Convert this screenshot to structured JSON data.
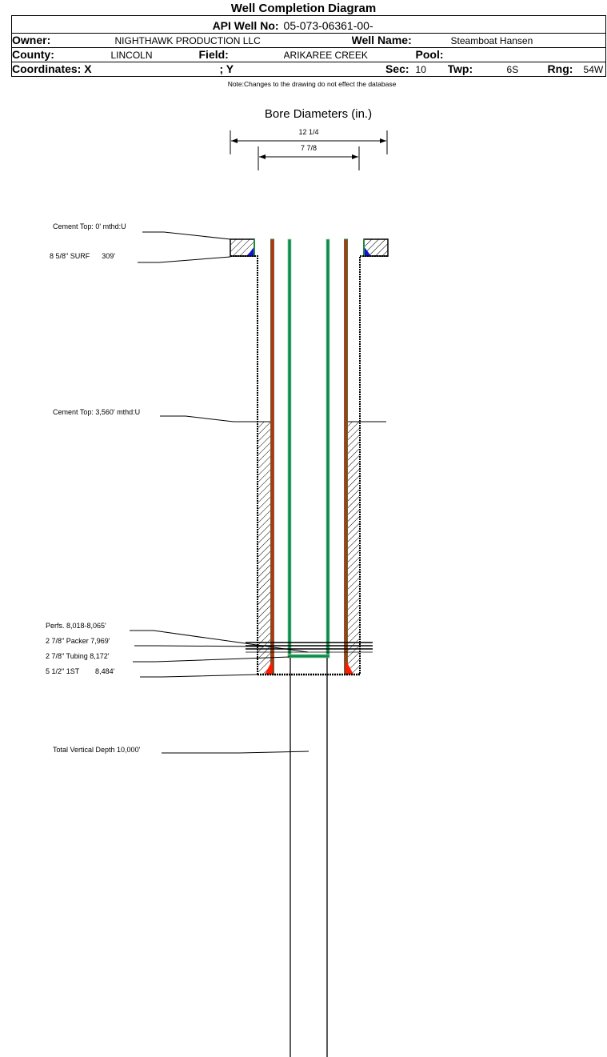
{
  "title": "Well Completion Diagram",
  "header": {
    "api_label": "API Well No:",
    "api_value": "05-073-06361-00-",
    "owner_label": "Owner:",
    "owner_value": "NIGHTHAWK PRODUCTION LLC",
    "well_name_label": "Well Name:",
    "well_name_value": "Steamboat Hansen",
    "county_label": "County:",
    "county_value": "LINCOLN",
    "field_label": "Field:",
    "field_value": "ARIKAREE CREEK",
    "pool_label": "Pool:",
    "pool_value": "",
    "coords_label": "Coordinates: X",
    "coords_y_label": "; Y",
    "sec_label": "Sec:",
    "sec_value": "10",
    "twp_label": "Twp:",
    "twp_value": "6S",
    "rng_label": "Rng:",
    "rng_value": "54W"
  },
  "note": "Note:Changes to the drawing do not effect the database",
  "bore_diameters": {
    "title": "Bore Diameters (in.)",
    "outer": "12 1/4",
    "inner": "7 7/8"
  },
  "callouts": {
    "cement_top_surface": "Cement Top: 0' mthd:U",
    "surface_casing": "8 5/8\" SURF      309'",
    "cement_top_production": "Cement Top: 3,560' mthd:U",
    "perfs": "Perfs. 8,018-8,065'",
    "packer": "2 7/8\" Packer 7,969'",
    "tubing": "2 7/8\" Tubing 8,172'",
    "production_casing": "5 1/2\" 1ST        8,484'",
    "total_depth": "Total Vertical Depth 10,000'"
  },
  "colors": {
    "casing": "#e0200a",
    "casing_outline": "#1e8a3c",
    "tubing": "#0a8a55",
    "tubing_outline": "#8fd08f",
    "cement_shoe": "#1010e0",
    "production_shoe": "#ff1a00"
  }
}
